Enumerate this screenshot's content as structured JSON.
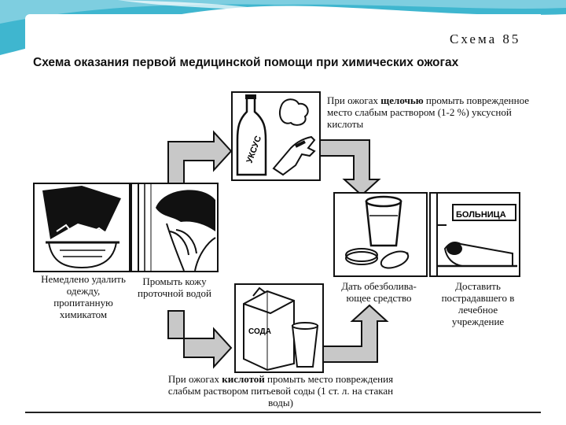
{
  "scheme_label": "Схема 85",
  "title": "Схема оказания первой медицинской помощи при химических ожогах",
  "steps": {
    "remove_clothes": "Немедлено удалить одежду, пропитанную химикатом",
    "rinse": "Промыть кожу проточной водой",
    "painkiller": "Дать обезболива- ющее средство",
    "hospital": "Доставить пострадавшего в лечебное учреждение"
  },
  "alkali_note": {
    "before": "При ожогах ",
    "keyword": "щелочью",
    "after": " промыть поврежденное место слабым раствором (1-2 %) уксусной кислоты"
  },
  "acid_note": {
    "before": "При ожогах ",
    "keyword": "кислотой",
    "after": " промыть место повреждения слабым раствором питьевой соды (1 ст. л. на стакан воды)"
  },
  "panel_labels": {
    "bottle": "УКСУС",
    "soda_box": "СОДА",
    "hospital_sign": "БОЛЬНИЦА"
  },
  "colors": {
    "accent": "#3fb6cf",
    "accent_light": "#bfe7f0"
  }
}
